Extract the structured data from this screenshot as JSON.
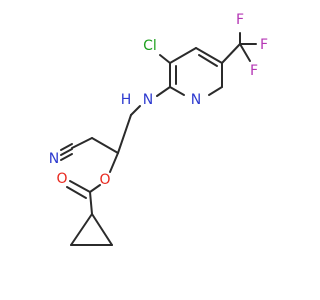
{
  "molecule": {
    "atoms": {
      "cl": "Cl",
      "nh": "H",
      "n_amine": "N",
      "n_pyridine": "N",
      "n_nitrile": "N",
      "f1": "F",
      "f2": "F",
      "f3": "F",
      "o_ester": "O",
      "o_carbonyl": "O"
    },
    "colors": {
      "bond": "#2b2b2b",
      "chlorine": "#1fa01f",
      "nitrogen": "#2d3acf",
      "oxygen": "#e8281e",
      "fluorine": "#b436b4"
    }
  }
}
